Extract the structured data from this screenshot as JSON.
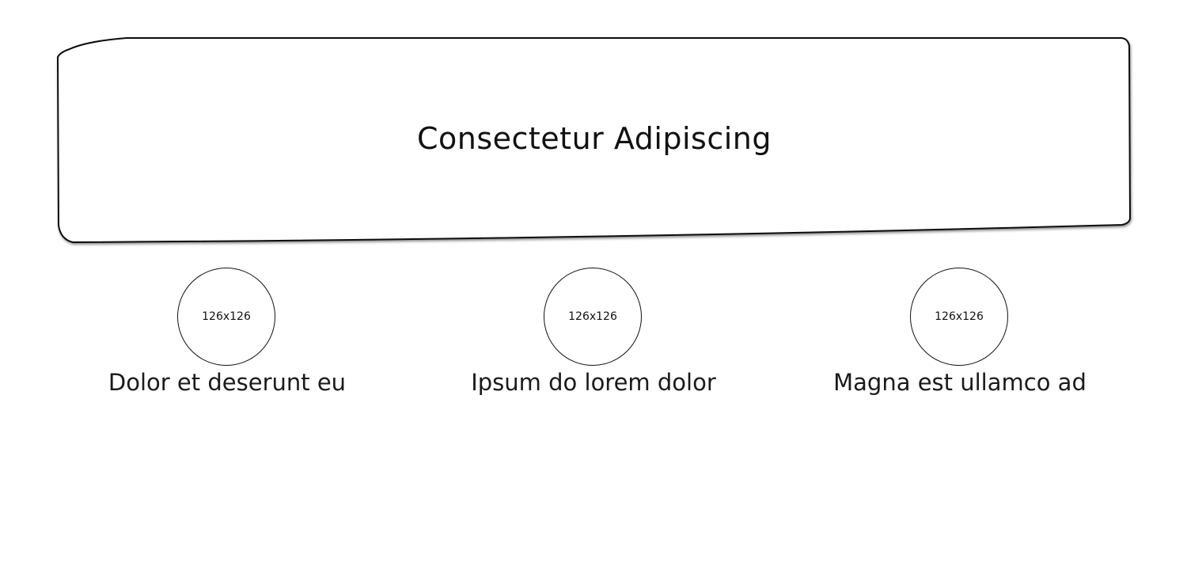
{
  "hero": {
    "title": "Consectetur Adipiscing"
  },
  "cards": [
    {
      "image_label": "126x126",
      "caption": "Dolor et deserunt eu"
    },
    {
      "image_label": "126x126",
      "caption": "Ipsum do lorem dolor"
    },
    {
      "image_label": "126x126",
      "caption": "Magna est ullamco ad"
    }
  ],
  "colors": {
    "stroke": "#111111",
    "background": "#ffffff"
  }
}
